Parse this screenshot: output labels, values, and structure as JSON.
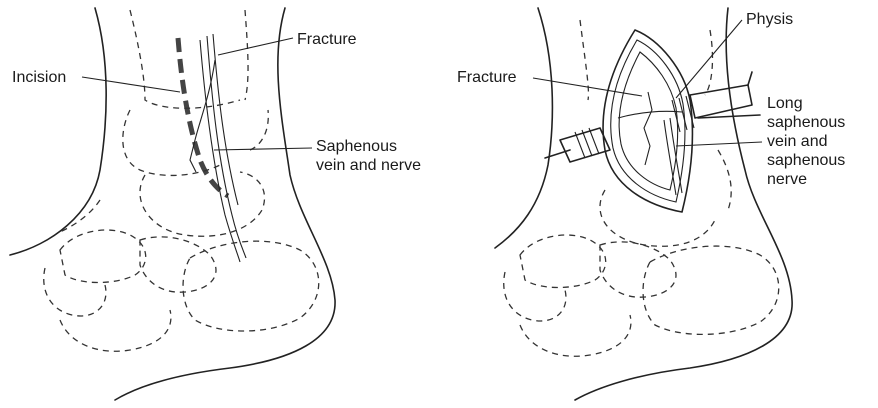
{
  "left_panel": {
    "labels": {
      "incision": "Incision",
      "fracture": "Fracture",
      "saphenous_line1": "Saphenous",
      "saphenous_line2": "vein and nerve"
    }
  },
  "right_panel": {
    "labels": {
      "physis": "Physis",
      "fracture": "Fracture",
      "long_line1": "Long",
      "long_line2": "saphenous",
      "long_line3": "vein and",
      "long_line4": "saphenous",
      "long_line5": "nerve"
    }
  }
}
